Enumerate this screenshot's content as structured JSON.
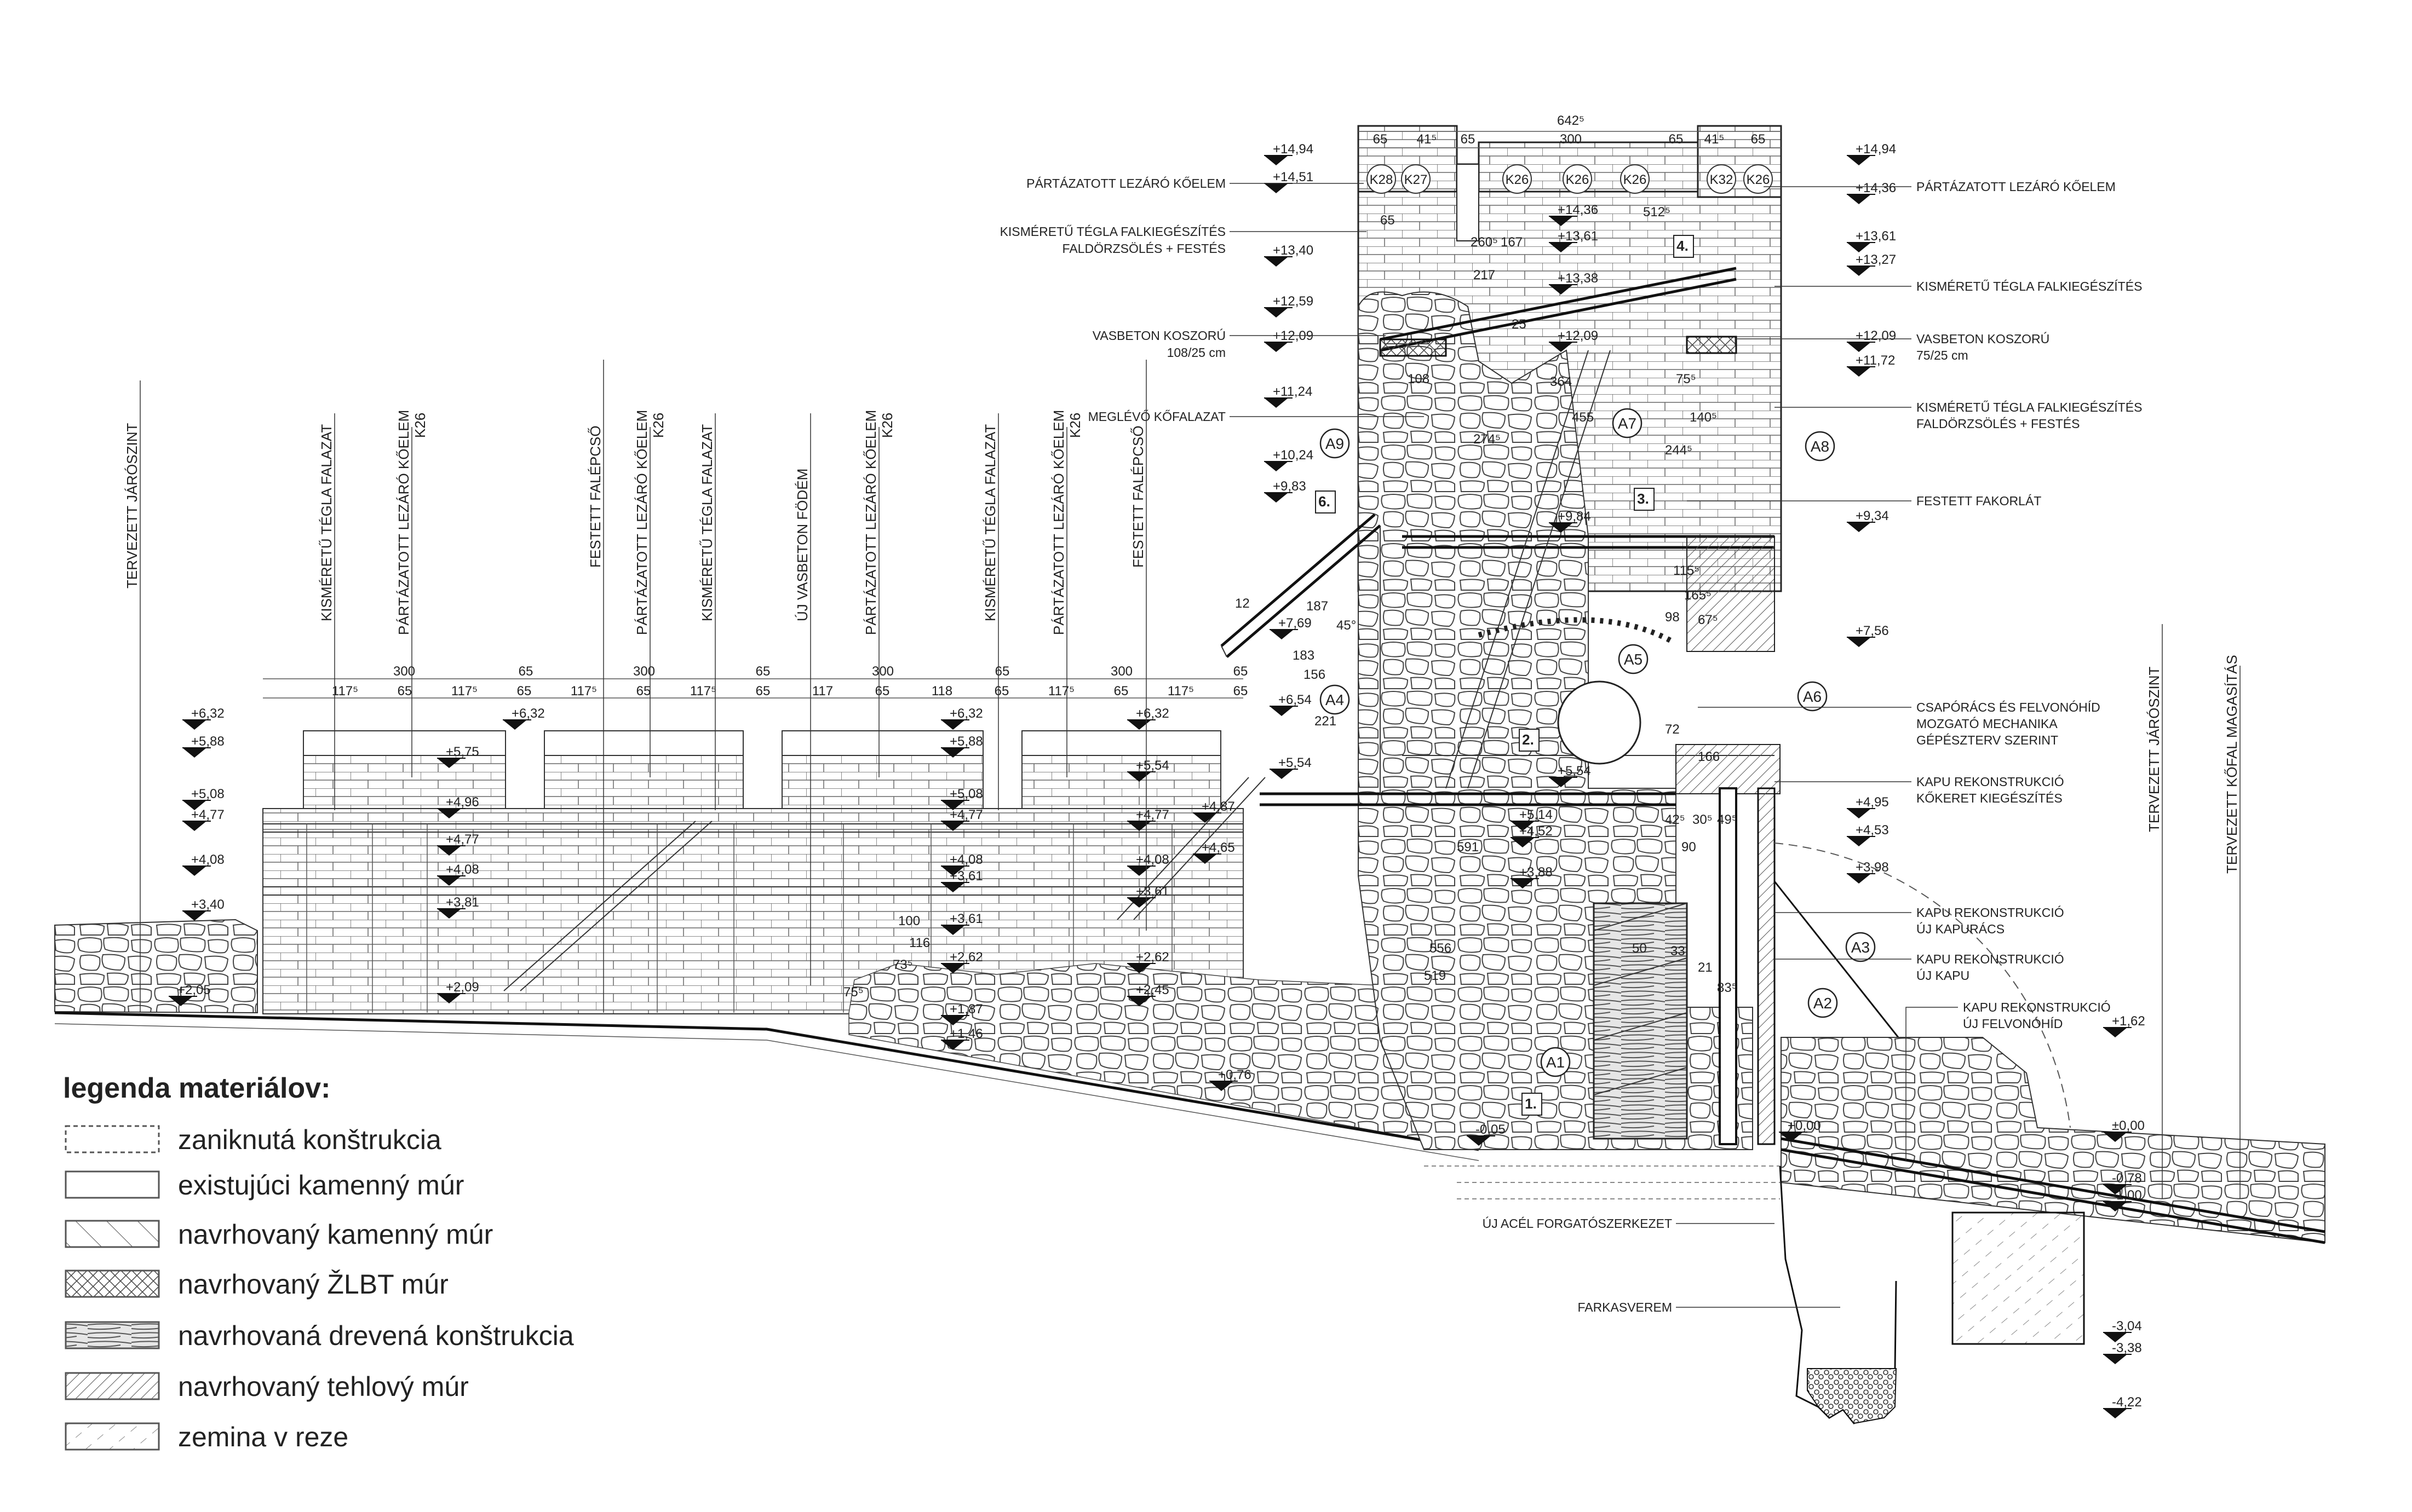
{
  "legend": {
    "title": "legenda materiálov:",
    "items": [
      {
        "label": "zaniknutá konštrukcia",
        "pattern": "dashed-outline"
      },
      {
        "label": "existujúci kamenný múr",
        "pattern": "plain-outline"
      },
      {
        "label": "navrhovaný kamenný múr",
        "pattern": "wide-diagonal"
      },
      {
        "label": "navrhovaný ŽLBT múr",
        "pattern": "cross-hatch"
      },
      {
        "label": "navrhovaná drevená konštrukcia",
        "pattern": "wood-grain"
      },
      {
        "label": "navrhovaný tehlový múr",
        "pattern": "dense-diagonal"
      },
      {
        "label": "zemina v reze",
        "pattern": "light-diagonal"
      }
    ]
  },
  "callouts_left": [
    {
      "lines": [
        "PÁRTÁZATOTT LEZÁRÓ KŐELEM"
      ]
    },
    {
      "lines": [
        "KISMÉRETŰ TÉGLA FALKIEGÉSZÍTÉS",
        "FALDÖRZSÖLÉS + FESTÉS"
      ]
    },
    {
      "lines": [
        "VASBETON KOSZORÚ",
        "108/25 cm"
      ]
    },
    {
      "lines": [
        "MEGLÉVŐ KŐFALAZAT"
      ]
    }
  ],
  "callouts_right": [
    {
      "lines": [
        "PÁRTÁZATOTT LEZÁRÓ KŐELEM"
      ]
    },
    {
      "lines": [
        "KISMÉRETŰ TÉGLA FALKIEGÉSZÍTÉS"
      ]
    },
    {
      "lines": [
        "VASBETON KOSZORÚ",
        "75/25 cm"
      ]
    },
    {
      "lines": [
        "KISMÉRETŰ TÉGLA FALKIEGÉSZÍTÉS",
        "FALDÖRZSÖLÉS + FESTÉS"
      ]
    },
    {
      "lines": [
        "FESTETT FAKORLÁT"
      ]
    },
    {
      "lines": [
        "CSAPÓRÁCS ÉS FELVONÓHÍD",
        "MOZGATÓ MECHANIKA",
        "GÉPÉSZTERV SZERINT"
      ]
    },
    {
      "lines": [
        "KAPU REKONSTRUKCIÓ",
        "KŐKERET KIEGÉSZÍTÉS"
      ]
    },
    {
      "lines": [
        "KAPU REKONSTRUKCIÓ",
        "ÚJ KAPURÁCS"
      ]
    },
    {
      "lines": [
        "KAPU REKONSTRUKCIÓ",
        "ÚJ KAPU"
      ]
    },
    {
      "lines": [
        "KAPU REKONSTRUKCIÓ",
        "ÚJ FELVONÓHÍD"
      ]
    }
  ],
  "callouts_bottom": [
    "ÚJ ACÉL FORGATÓSZERKEZET",
    "FARKASVEREM"
  ],
  "vertical_labels": [
    {
      "text": "TERVEZETT JÁRÓSZINT",
      "sub": ""
    },
    {
      "text": "KISMÉRETŰ TÉGLA FALAZAT",
      "sub": ""
    },
    {
      "text": "PÁRTÁZATOTT LEZÁRÓ KŐELEM",
      "sub": "K26"
    },
    {
      "text": "FESTETT FALÉPCSŐ",
      "sub": ""
    },
    {
      "text": "PÁRTÁZATOTT LEZÁRÓ KŐELEM",
      "sub": "K26"
    },
    {
      "text": "KISMÉRETŰ TÉGLA FALAZAT",
      "sub": ""
    },
    {
      "text": "ÚJ VASBETON FÖDÉM",
      "sub": ""
    },
    {
      "text": "PÁRTÁZATOTT LEZÁRÓ KŐELEM",
      "sub": "K26"
    },
    {
      "text": "KISMÉRETŰ TÉGLA FALAZAT",
      "sub": ""
    },
    {
      "text": "PÁRTÁZATOTT LEZÁRÓ KŐELEM",
      "sub": "K26"
    },
    {
      "text": "FESTETT FALÉPCSŐ",
      "sub": ""
    },
    {
      "text": "TERVEZETT JÁRÓSZINT",
      "sub": ""
    },
    {
      "text": "TERVEZETT KŐFAL MAGASÍTÁS",
      "sub": ""
    }
  ],
  "elevations": {
    "left": [
      "+6,32",
      "+5,88",
      "+5,08",
      "+4,77",
      "+4,08",
      "+3,40",
      "+2,05"
    ],
    "walls": [
      "+6,32",
      "+5,75",
      "+4,96",
      "+4,77",
      "+4,08",
      "+3,81",
      "+2,09",
      "+6,32",
      "+5,88",
      "+5,08",
      "+4,77",
      "+4,08",
      "+3,61",
      "+3,61",
      "+2,62",
      "+1,87",
      "+1,46",
      "+6,32",
      "+5,54",
      "+4,77",
      "+4,08",
      "+3,61",
      "+2,62",
      "+2,45"
    ],
    "tower_left": [
      "+14,94",
      "+14,51",
      "+13,40",
      "+12,59",
      "+12,09",
      "+11,24",
      "+10,24",
      "+9,83"
    ],
    "tower_inner": [
      "+14,36",
      "+13,61",
      "+13,38",
      "+12,09",
      "+9,84",
      "+7,69",
      "+6,54",
      "+5,54",
      "+5,54",
      "+5,14",
      "+4,52",
      "+3,88",
      "+4,87",
      "+4,65",
      "+0,76",
      "-0,05"
    ],
    "tower_right": [
      "+14,94",
      "+14,36",
      "+13,61",
      "+13,27",
      "+12,09",
      "+11,72",
      "+9,34",
      "+7,56",
      "+4,95",
      "+4,53",
      "+3,98",
      "+0,00"
    ],
    "far_right": [
      "+1,62",
      "±0,00",
      "-0,78",
      "-1,00",
      "-3,04",
      "-3,38",
      "-4,22"
    ]
  },
  "dimensions": {
    "tower_total": "642⁵",
    "tower_row": [
      "65",
      "41⁵",
      "65",
      "300",
      "65",
      "41⁵",
      "65"
    ],
    "wall_row1": [
      "300",
      "65",
      "300",
      "65",
      "300",
      "65",
      "300",
      "65"
    ],
    "wall_row2": [
      "117⁵",
      "65",
      "117⁵",
      "65",
      "117⁵",
      "65",
      "117⁵",
      "65",
      "117",
      "65",
      "118",
      "65",
      "117⁵",
      "65",
      "117⁵",
      "65"
    ],
    "tower_inner": [
      "65",
      "512⁵",
      "260⁵",
      "167",
      "217",
      "25",
      "108",
      "364",
      "455",
      "75⁵",
      "140⁵",
      "244⁵",
      "274⁵",
      "115⁵",
      "165⁵",
      "98",
      "67⁵",
      "221",
      "156",
      "183",
      "187",
      "45°",
      "12",
      "72",
      "166",
      "42⁵",
      "30⁵",
      "49⁵",
      "90",
      "50",
      "33",
      "21",
      "83⁵",
      "591",
      "556",
      "519",
      "100",
      "116",
      "73⁵",
      "75⁵"
    ]
  },
  "stone_codes": [
    "K28",
    "K27",
    "K26",
    "K26",
    "K26",
    "K32",
    "K26"
  ],
  "section_markers": [
    "A9",
    "A7",
    "A8",
    "A4",
    "A5",
    "A6",
    "A3",
    "A2",
    "A1"
  ],
  "step_numbers": [
    "1.",
    "2.",
    "3.",
    "4.",
    "6."
  ]
}
